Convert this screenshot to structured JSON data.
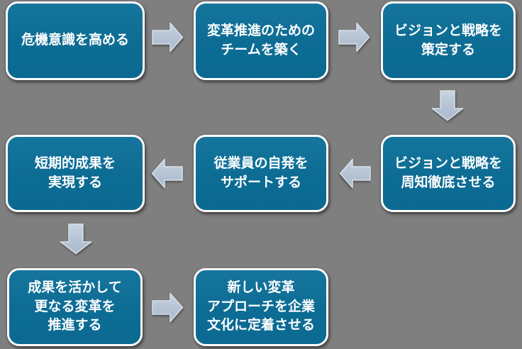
{
  "diagram": {
    "background_color": "#7f7f7f",
    "box_style": {
      "fill_top": "#15759d",
      "fill_bottom": "#0b6a92",
      "border_color": "#fcfcfc",
      "text_color": "#ffffff"
    },
    "arrow_style": {
      "fill": "#b7c5d6",
      "fill_light": "#c9d4e1",
      "edge_color": "#d8e1ea"
    },
    "steps": [
      {
        "label": "危機意識を高める"
      },
      {
        "label": "変革推進のための\nチームを築く"
      },
      {
        "label": "ビジョンと戦略を\n策定する"
      },
      {
        "label": "ビジョンと戦略を\n周知徹底させる"
      },
      {
        "label": "従業員の自発を\nサポートする"
      },
      {
        "label": "短期的成果を\n実現する"
      },
      {
        "label": "成果を活かして\n更なる変革を\n推進する"
      },
      {
        "label": "新しい変革\nアプローチを企業\n文化に定着させる"
      }
    ],
    "arrows": [
      {
        "from": 1,
        "to": 2,
        "direction": "right"
      },
      {
        "from": 2,
        "to": 3,
        "direction": "right"
      },
      {
        "from": 3,
        "to": 4,
        "direction": "down"
      },
      {
        "from": 4,
        "to": 5,
        "direction": "left"
      },
      {
        "from": 5,
        "to": 6,
        "direction": "left"
      },
      {
        "from": 6,
        "to": 7,
        "direction": "down"
      },
      {
        "from": 7,
        "to": 8,
        "direction": "right"
      }
    ]
  }
}
